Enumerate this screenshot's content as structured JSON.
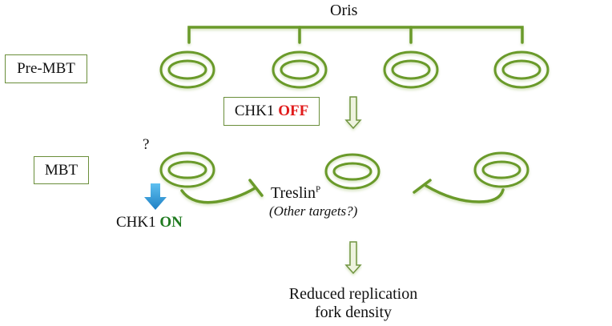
{
  "colors": {
    "dna_green": "#6a9a2a",
    "box_border": "#6a8e3a",
    "off_red": "#e11b1b",
    "on_green": "#1f7a1f",
    "hollow_arrow_fill": "#eef3df",
    "hollow_arrow_stroke": "#6f9440",
    "blue_arrow_top": "#5fc0f0",
    "blue_arrow_bottom": "#1d7fc4"
  },
  "header": {
    "oris_label": "Oris"
  },
  "pre_mbt": {
    "stage_label": "Pre-MBT",
    "origin_count": 4
  },
  "transition": {
    "chk1_label": "CHK1",
    "chk1_state": "OFF"
  },
  "mbt": {
    "stage_label": "MBT",
    "question_mark": "?",
    "origin_count": 3,
    "chk1_label": "CHK1",
    "chk1_state": "ON",
    "target_label": "Treslin",
    "target_superscript": "P",
    "other_targets": "(Other targets?)"
  },
  "outcome": {
    "line1": "Reduced replication",
    "line2": "fork density"
  },
  "icons": {
    "origin": "replication-origin-bubble-icon",
    "hollow_arrow": "hollow-down-arrow-icon",
    "blue_arrow": "blue-down-arrow-icon",
    "inhibition": "inhibition-t-bar-icon",
    "bracket": "oris-bracket-icon"
  }
}
